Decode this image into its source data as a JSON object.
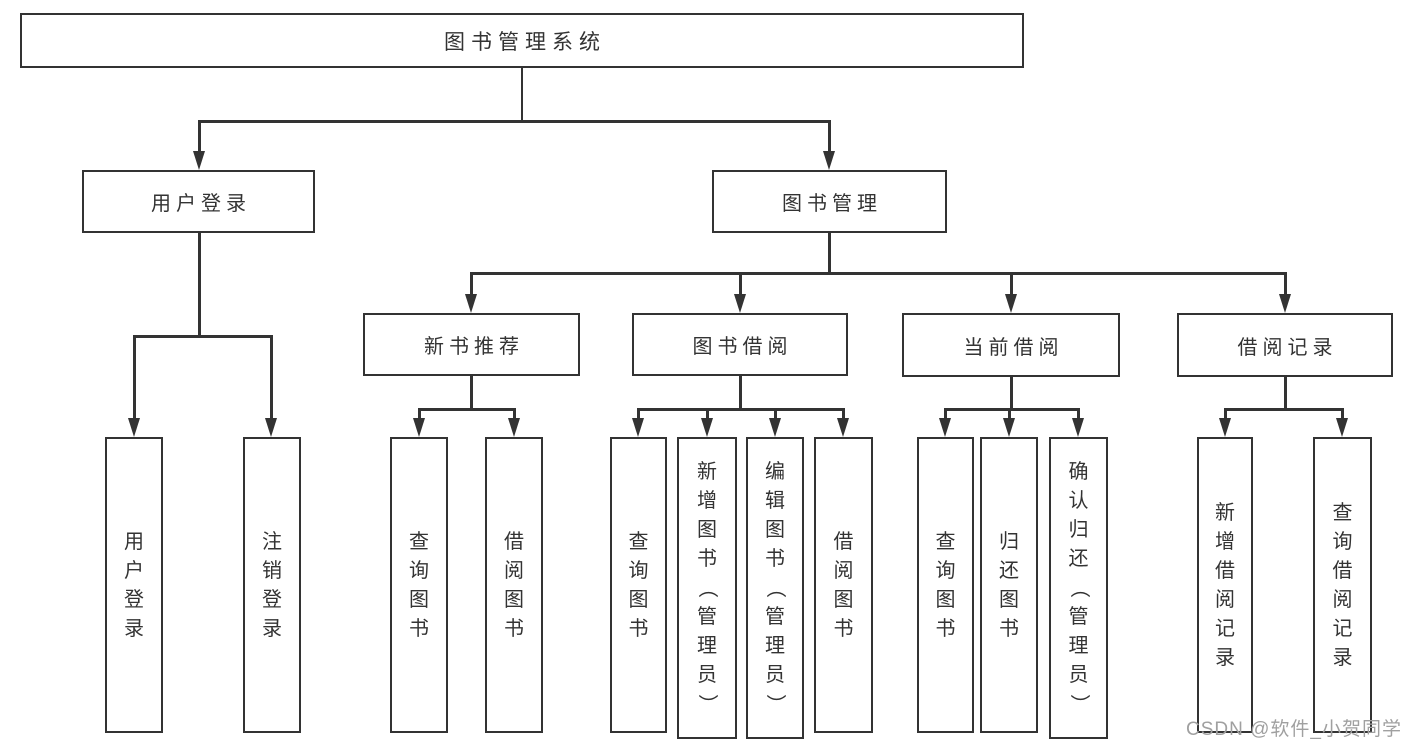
{
  "colors": {
    "line": "#333333",
    "box_border": "#333333",
    "box_background": "#ffffff",
    "text": "#333333",
    "watermark": "#a0a0a0"
  },
  "watermark": "CSDN @软件_小贺同学",
  "tree": {
    "root": {
      "label": "图书管理系统",
      "children": [
        {
          "label": "用户登录",
          "children": [
            {
              "label": "用户登录"
            },
            {
              "label": "注销登录"
            }
          ]
        },
        {
          "label": "图书管理",
          "children": [
            {
              "label": "新书推荐",
              "children": [
                {
                  "label": "查询图书"
                },
                {
                  "label": "借阅图书"
                }
              ]
            },
            {
              "label": "图书借阅",
              "children": [
                {
                  "label": "查询图书"
                },
                {
                  "label": "新增图书（管理员）"
                },
                {
                  "label": "编辑图书（管理员）"
                },
                {
                  "label": "借阅图书"
                }
              ]
            },
            {
              "label": "当前借阅",
              "children": [
                {
                  "label": "查询图书"
                },
                {
                  "label": "归还图书"
                },
                {
                  "label": "确认归还（管理员）"
                }
              ]
            },
            {
              "label": "借阅记录",
              "children": [
                {
                  "label": "新增借阅记录"
                },
                {
                  "label": "查询借阅记录"
                }
              ]
            }
          ]
        }
      ]
    }
  }
}
